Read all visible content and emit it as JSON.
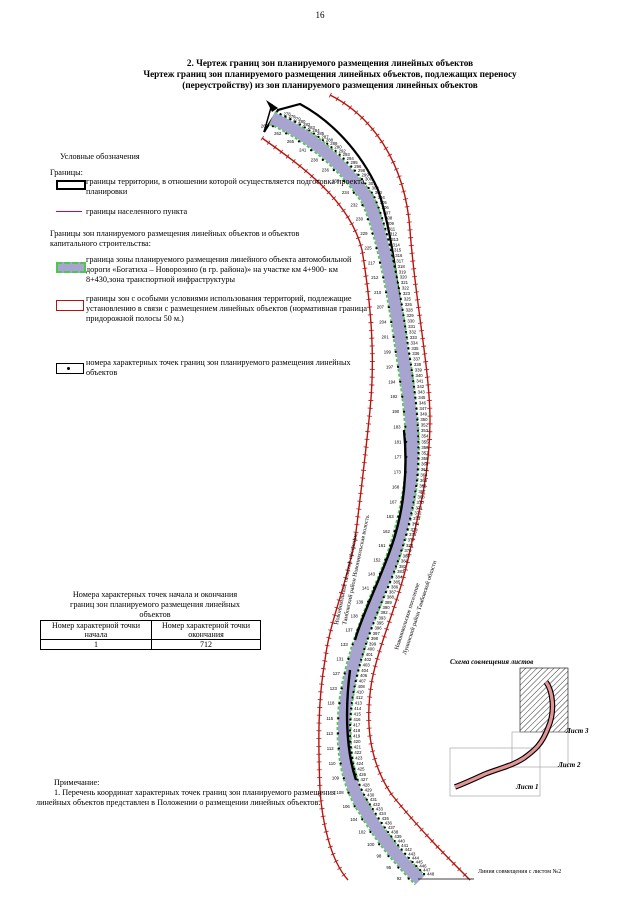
{
  "page_number": "16",
  "title": {
    "line1": "2. Чертеж  границ зон планируемого размещения линейных объектов",
    "line2": "Чертеж  границ зон планируемого размещения линейных объектов, подлежащих переносу",
    "line3": "(переустройству) из зон планируемого размещения линейных объектов"
  },
  "legend": {
    "heading": "Условные обозначения",
    "borders_heading": "Границы:",
    "territory": "границы территории, в отношении которой осуществляется подготовка проекта планировки",
    "settlement": "границы населенного пункта",
    "zones_heading": "Границы зон планируемого размещения линейных объектов и объектов капитального строительства:",
    "road_zone": "граница зоны планируемого размещения линейного объекта автомобильной  дороги «Богатиха – Новорозино (в гр. района)» на участке км 4+900- км 8+430,зона транспортной инфраструктуры",
    "special_zone": "границы зон с особыми условиями использования территорий, подлежащие установлению в связи с размещением линейных объектов (нормативная граница придорожной полосы 50 м.)",
    "points": "номера характерных точек границ зон планируемого размещения линейных объектов"
  },
  "points_table": {
    "caption": "Номера характерных точек начала и окончания границ зон планируемого размещения линейных объектов",
    "head_start": "Номер характерной точки начала",
    "head_end": "Номер характерной точки окончания",
    "start": "1",
    "end": "712"
  },
  "note": {
    "heading": "Примечание:",
    "text": "1. Перечень координат характерных точек границ зон планируемого размещения линейных объектов  представлен в Положении о размещении линейных объектов."
  },
  "map": {
    "label_left_1": "Новоникольское сельское поселение",
    "label_left_2": "Тамбовский район Новоникольская волость",
    "label_right_1": "Новоникольское поселение",
    "label_right_2": "Лунинский район Тамбовской области",
    "scheme_title": "Схема совмещения листов",
    "sheet1": "Лист 1",
    "sheet2": "Лист 2",
    "sheet3": "Лист 3",
    "combine_line": "Линия совмещения с листом №2",
    "point_labels": [
      "278",
      "276",
      "279",
      "280",
      "282",
      "283",
      "284",
      "285",
      "287",
      "288",
      "289",
      "290",
      "292",
      "293",
      "294",
      "295",
      "296",
      "298",
      "299",
      "300",
      "301",
      "302",
      "303",
      "304",
      "305",
      "306",
      "307",
      "308",
      "309",
      "311",
      "312",
      "313",
      "314",
      "315",
      "316",
      "317",
      "318",
      "319",
      "320",
      "321",
      "322",
      "323",
      "325",
      "326",
      "328",
      "329",
      "330",
      "331",
      "332",
      "333",
      "334",
      "335",
      "336",
      "337",
      "338",
      "339",
      "340",
      "341",
      "342",
      "343",
      "345",
      "346",
      "347",
      "349",
      "350",
      "352",
      "353",
      "354",
      "355",
      "356",
      "357",
      "358",
      "360",
      "362",
      "364",
      "365",
      "366",
      "367",
      "368",
      "370",
      "371",
      "372",
      "373",
      "374",
      "375",
      "376",
      "377",
      "378",
      "379",
      "380",
      "381",
      "382",
      "383",
      "384",
      "385",
      "386",
      "387",
      "388",
      "389",
      "390",
      "392",
      "393",
      "395",
      "396",
      "397",
      "398",
      "399",
      "400",
      "401",
      "402",
      "403",
      "404",
      "406",
      "407",
      "408",
      "410",
      "412",
      "413",
      "414",
      "415",
      "416",
      "417",
      "418",
      "419",
      "420",
      "421",
      "422",
      "423",
      "424",
      "425",
      "426",
      "427",
      "428",
      "429",
      "430",
      "431",
      "432",
      "433",
      "434",
      "435",
      "436",
      "437",
      "438",
      "439",
      "440",
      "441",
      "442",
      "443",
      "444",
      "445",
      "446",
      "447",
      "448",
      "260",
      "262",
      "265",
      "241",
      "238",
      "236",
      "235",
      "234",
      "232",
      "230",
      "229",
      "225",
      "217",
      "212",
      "210",
      "207",
      "204",
      "201",
      "199",
      "197",
      "194",
      "192",
      "190",
      "183",
      "181",
      "177",
      "173",
      "168",
      "167",
      "163",
      "162",
      "161",
      "152",
      "143",
      "141",
      "139",
      "138",
      "137",
      "133",
      "131",
      "127",
      "123",
      "118",
      "115",
      "113",
      "112",
      "110",
      "109",
      "108",
      "106",
      "104",
      "102",
      "100",
      "98",
      "95",
      "92"
    ],
    "colors": {
      "road_fill": "#a7a5d0",
      "road_edge": "#4cc94c",
      "special_zone": "#b8140f",
      "territory": "#000000",
      "settlement": "#b000b0"
    }
  }
}
